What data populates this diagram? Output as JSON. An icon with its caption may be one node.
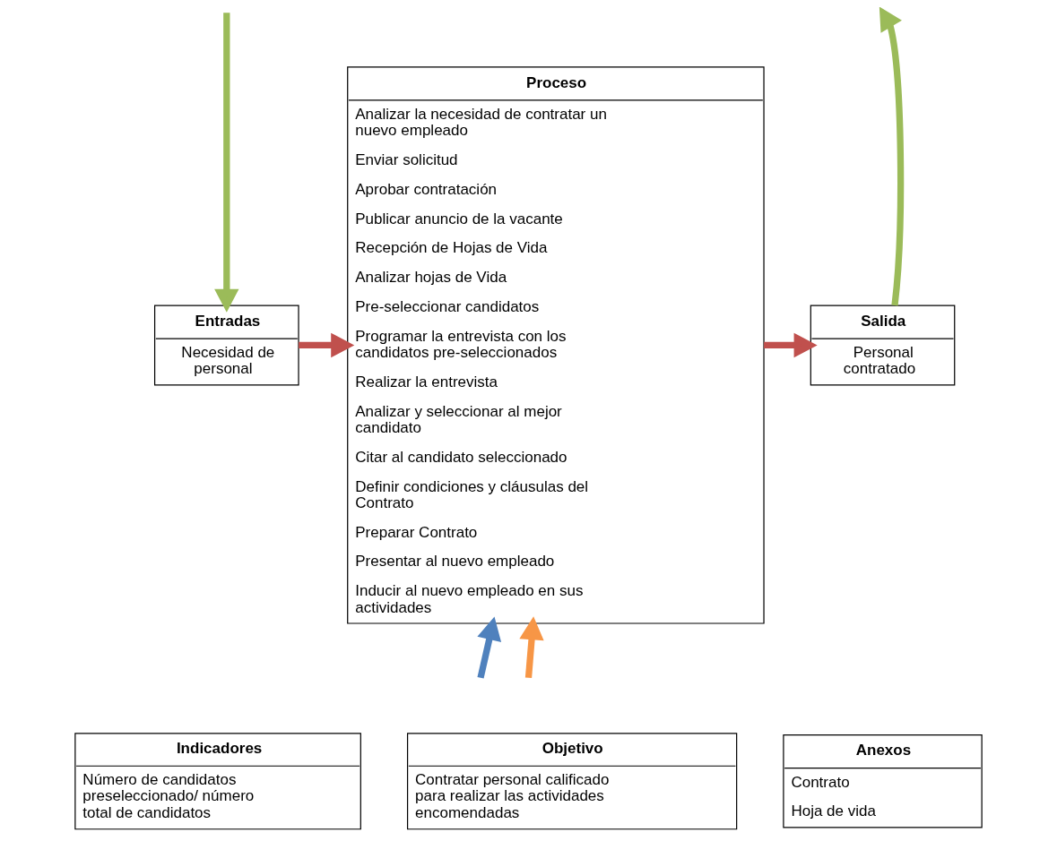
{
  "diagram": {
    "nodes": [
      {
        "text": [
          "Entradas",
          "Necesidad de personal"
        ]
      },
      {
        "text": [
          "Proceso",
          "Analizar la necesidad de contratar un nuevo empleado",
          "Enviar solicitud",
          "Aprobar contratación",
          "Publicar anuncio de la vacante",
          "Recepción de Hojas de Vida",
          "Analizar hojas de Vida",
          "Pre-seleccionar candidatos",
          "Programar la entrevista con los candidatos pre-seleccionados",
          "Realizar la entrevista",
          "Analizar y seleccionar al mejor candidato",
          "Citar al candidato seleccionado",
          "Definir condiciones y cláusulas del Contrato",
          "Preparar Contrato",
          "Presentar al nuevo empleado",
          "Inducir al nuevo empleado en sus actividades"
        ]
      },
      {
        "text": [
          "Salida",
          "Personal contratado"
        ]
      },
      {
        "text": [
          "Indicadores",
          "Número de candidatos preseleccionado/ número total de candidatos"
        ]
      },
      {
        "text": [
          "Objetivo",
          "Contratar personal calificado para realizar las actividades encomendadas"
        ]
      },
      {
        "text": [
          "Anexos",
          "Contrato",
          "Hoja de vida"
        ]
      }
    ],
    "edges": [
      {
        "from": null,
        "to": 0,
        "arrow": "to",
        "color": "#9bbb59"
      },
      {
        "from": 0,
        "to": 1,
        "arrow": "to",
        "color": "#c0504d"
      },
      {
        "from": 1,
        "to": 2,
        "arrow": "to",
        "color": "#c0504d"
      },
      {
        "from": 2,
        "to": null,
        "arrow": "to",
        "color": "#9bbb59"
      },
      {
        "from": null,
        "to": 1,
        "arrow": "to",
        "color": "#4f81bd"
      },
      {
        "from": null,
        "to": 1,
        "arrow": "to",
        "color": "#f79646"
      }
    ]
  }
}
